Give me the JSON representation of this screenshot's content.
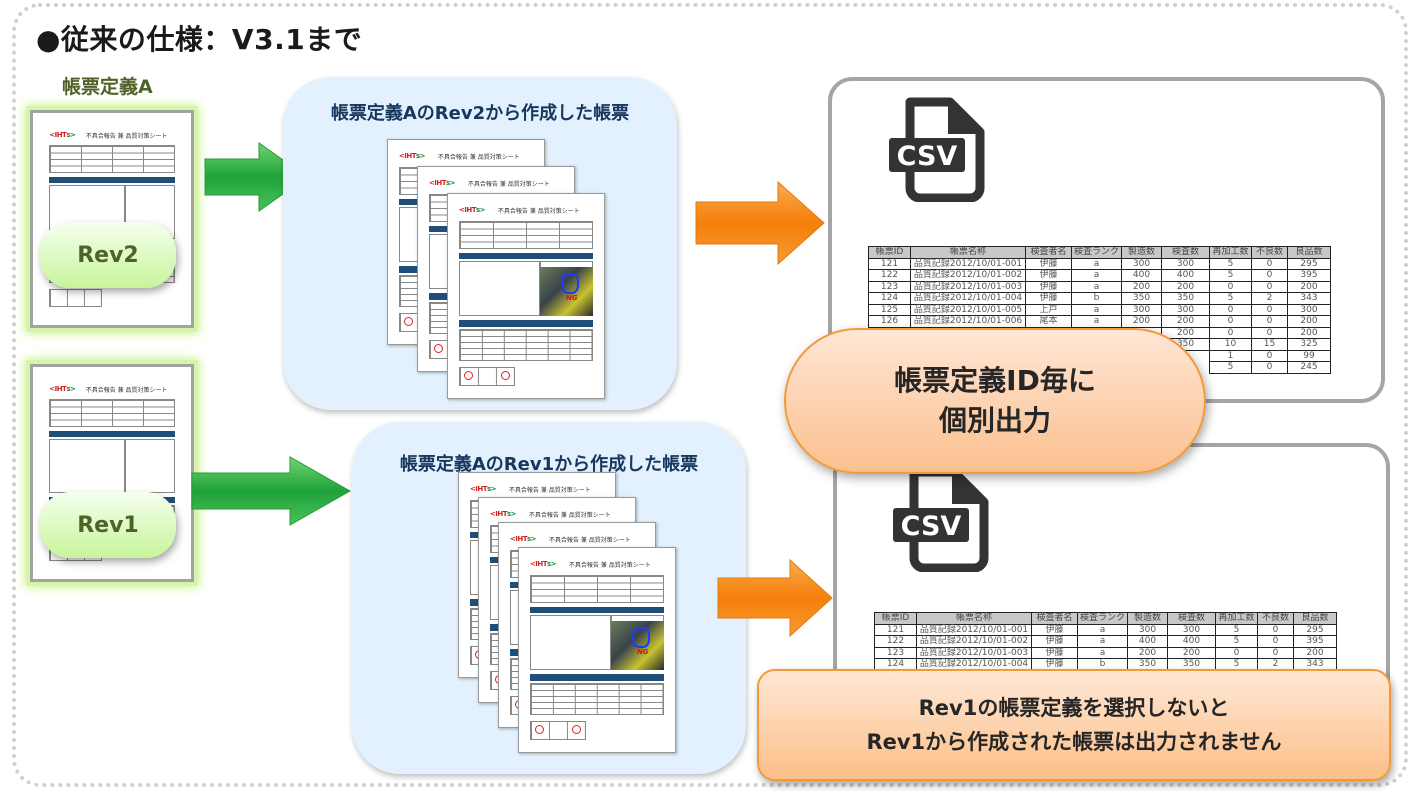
{
  "heading": "●従来の仕様：V3.1まで",
  "form_definition_label": "帳票定義A",
  "form_thumbnail": {
    "logo_left": "<IHT",
    "logo_right": "s>",
    "title": "不具合報告 兼 品質対策シート"
  },
  "revisions": [
    {
      "label": "Rev2"
    },
    {
      "label": "Rev1"
    }
  ],
  "panels": [
    {
      "title": "帳票定義AのRev2から作成した帳票",
      "sheet_count": 3
    },
    {
      "title": "帳票定義AのRev1から作成した帳票",
      "sheet_count": 4
    }
  ],
  "csv_outputs": [
    {
      "icon": "csv-file-icon",
      "icon_text": "CSV",
      "columns": [
        "帳票ID",
        "帳票名称",
        "検査者名",
        "検査ランク",
        "製造数",
        "検査数",
        "再加工数",
        "不良数",
        "良品数"
      ],
      "rows": [
        [
          "121",
          "品質記録2012/10/01-001",
          "伊藤",
          "a",
          "300",
          "300",
          "5",
          "0",
          "295"
        ],
        [
          "122",
          "品質記録2012/10/01-002",
          "伊藤",
          "a",
          "400",
          "400",
          "5",
          "0",
          "395"
        ],
        [
          "123",
          "品質記録2012/10/01-003",
          "伊藤",
          "a",
          "200",
          "200",
          "0",
          "0",
          "200"
        ],
        [
          "124",
          "品質記録2012/10/01-004",
          "伊藤",
          "b",
          "350",
          "350",
          "5",
          "2",
          "343"
        ],
        [
          "125",
          "品質記録2012/10/01-005",
          "上戸",
          "a",
          "300",
          "300",
          "0",
          "0",
          "300"
        ],
        [
          "126",
          "品質記録2012/10/01-006",
          "尾本",
          "a",
          "200",
          "200",
          "0",
          "0",
          "200"
        ],
        [
          "",
          "",
          "",
          "",
          "",
          "200",
          "0",
          "0",
          "200"
        ],
        [
          "",
          "",
          "",
          "",
          "",
          "350",
          "10",
          "15",
          "325"
        ],
        [
          "",
          "",
          "",
          "",
          "",
          "",
          "1",
          "0",
          "99"
        ],
        [
          "",
          "",
          "",
          "",
          "",
          "",
          "5",
          "0",
          "245"
        ]
      ]
    },
    {
      "icon": "csv-file-icon",
      "icon_text": "CSV",
      "columns": [
        "帳票ID",
        "帳票名称",
        "検査者名",
        "検査ランク",
        "製造数",
        "検査数",
        "再加工数",
        "不良数",
        "良品数"
      ],
      "rows": [
        [
          "121",
          "品質記録2012/10/01-001",
          "伊藤",
          "a",
          "300",
          "300",
          "5",
          "0",
          "295"
        ],
        [
          "122",
          "品質記録2012/10/01-002",
          "伊藤",
          "a",
          "400",
          "400",
          "5",
          "0",
          "395"
        ],
        [
          "123",
          "品質記録2012/10/01-003",
          "伊藤",
          "a",
          "200",
          "200",
          "0",
          "0",
          "200"
        ],
        [
          "124",
          "品質記録2012/10/01-004",
          "伊藤",
          "b",
          "350",
          "350",
          "5",
          "2",
          "343"
        ]
      ]
    }
  ],
  "callouts": {
    "per_id": {
      "line1": "帳票定義ID毎に",
      "line2": "個別出力"
    },
    "rev1_warning": {
      "line1": "Rev1の帳票定義を選択しないと",
      "line2": "Rev1から作成された帳票は出力されません"
    }
  },
  "colors": {
    "heading_text": "#1a1a1a",
    "definition_label": "#4f6228",
    "panel_title": "#17375e",
    "panel_bg": "#e2f1fd",
    "green_arrow": "#2db34a",
    "orange_arrow": "#f58a0f",
    "callout_border": "#f29a3a",
    "form_header_bar": "#1f4e79"
  }
}
